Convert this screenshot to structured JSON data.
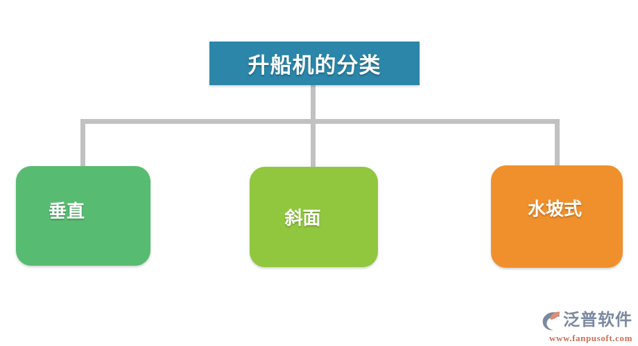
{
  "diagram": {
    "title": {
      "label": "升船机的分类",
      "color": "#2b86a9"
    },
    "nodes": [
      {
        "label": "垂直",
        "color": "#57bc71"
      },
      {
        "label": "斜面",
        "color": "#90c73e"
      },
      {
        "label": "水坡式",
        "color": "#f0902c"
      }
    ],
    "connector_color": "#c1c1c1"
  },
  "watermark": {
    "brand": "泛普软件",
    "url": "www.fanpusoft.com",
    "brand_color": "#7b89a0",
    "url_color": "#cc6e55",
    "icon": "fanpu-logo-icon"
  }
}
